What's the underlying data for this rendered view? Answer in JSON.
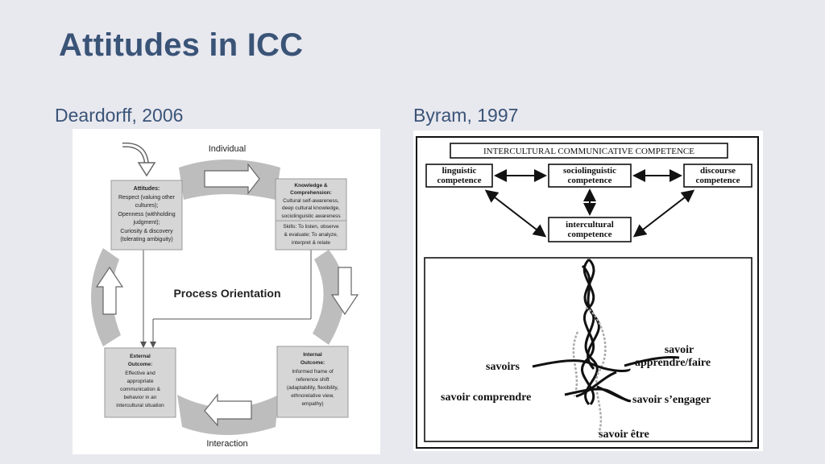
{
  "slide": {
    "title": "Attitudes in ICC",
    "left_caption": "Deardorff, 2006",
    "right_caption": "Byram, 1997"
  },
  "deardorff": {
    "top_label": "Individual",
    "bottom_label": "Interaction",
    "center_label": "Process Orientation",
    "attitudes": [
      "Attitudes:",
      "Respect (valuing other",
      "cultures);",
      "Openness (withholding",
      "judgment);",
      "Curiosity & discovery",
      "(tolerating ambiguity)"
    ],
    "knowledge": [
      "Knowledge &",
      "Comprehension:",
      "Cultural self-awareness,",
      "deep cultural knowledge,",
      "sociolinguistic  awareness"
    ],
    "skills": [
      "Skills: To listen, observe",
      "& evaluate; To analyze,",
      "interpret & relate"
    ],
    "internal": [
      "Internal",
      "Outcome:",
      "Informed frame of",
      "reference shift",
      "(adaptability, flexibility,",
      "ethnorelative view,",
      "empathy)"
    ],
    "external": [
      "External",
      "Outcome:",
      "Effective and",
      "appropriate",
      "communication &",
      "behavior in an",
      "intercultural situation"
    ]
  },
  "byram": {
    "header": "INTERCULTURAL COMMUNICATIVE COMPETENCE",
    "linguistic": [
      "linguistic",
      "competence"
    ],
    "sociolinguistic": [
      "sociolinguistic",
      "competence"
    ],
    "discourse": [
      "discourse",
      "competence"
    ],
    "intercultural": [
      "intercultural",
      "competence"
    ],
    "savoirs": "savoirs",
    "savoir_apprendre": [
      "savoir",
      "apprendre/faire"
    ],
    "savoir_comprendre": "savoir comprendre",
    "savoir_engager": "savoir s’engager",
    "savoir_etre": "savoir être"
  },
  "colors": {
    "title": "#3a5477",
    "background": "#e8e8ef",
    "box_fill": "#d6d6d6",
    "arc_fill": "#bdbdbd"
  }
}
